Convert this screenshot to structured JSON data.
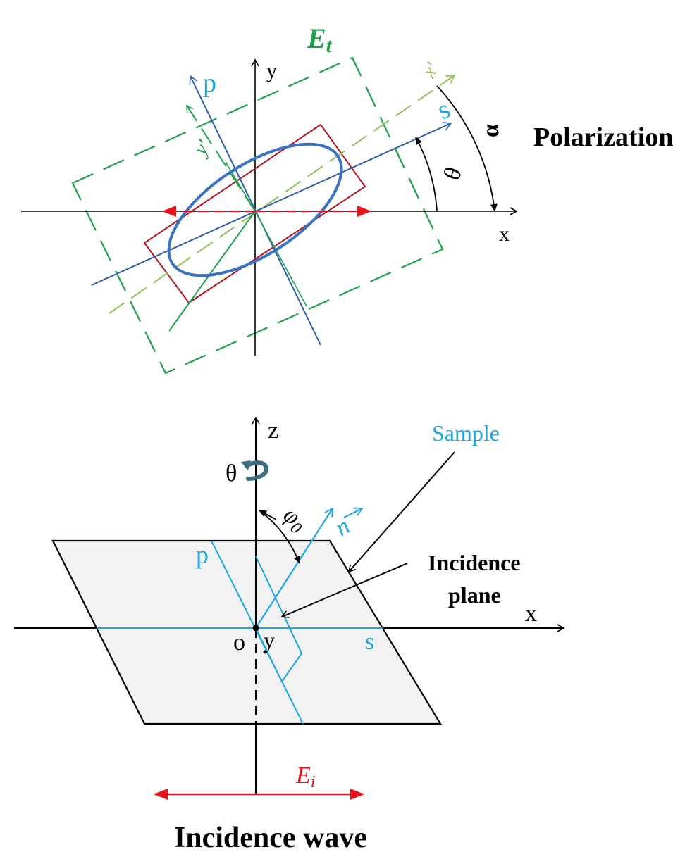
{
  "colors": {
    "axis": "#000000",
    "light_blue": "#1aa7e0",
    "dark_blue": "#2e5ea8",
    "ellipse_blue": "#3a72c4",
    "green": "#1fa04a",
    "light_green": "#92c15a",
    "red": "#e8141c",
    "dark_red": "#b0141c",
    "plane_fill": "#f2f2f2",
    "rotate_icon": "#3a6f80"
  },
  "top_panel": {
    "field_label": "E",
    "field_subscript": "t",
    "axis_y": "y",
    "axis_x": "x",
    "axis_p": "p",
    "axis_s": "s",
    "axis_x_prime": "x'",
    "axis_y_prime": "y'",
    "angle_theta": "θ",
    "angle_alpha": "α",
    "side_label": "Polarization"
  },
  "bottom_panel": {
    "axis_z": "z",
    "axis_x": "x",
    "axis_y": "y",
    "origin": "o",
    "axis_p": "p",
    "axis_s": "s",
    "rotation_theta": "θ",
    "angle_phi": "φ",
    "angle_phi_subscript": "0",
    "normal": "n",
    "sample_label": "Sample",
    "incidence_plane_line1": "Incidence",
    "incidence_plane_line2": "plane",
    "field_label": "E",
    "field_subscript": "i",
    "caption": "Incidence wave"
  }
}
